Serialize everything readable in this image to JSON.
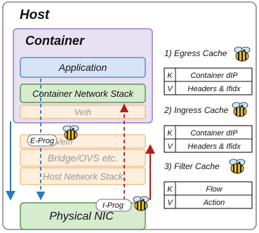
{
  "labels": {
    "host": "Host",
    "container": "Container",
    "application": "Application",
    "container_network_stack": "Container Network Stack",
    "veth_container": "Veth",
    "eprog": "E-Prog",
    "veth_host": "Veth",
    "bridge": "Bridge/OVS etc.",
    "host_network_stack": "Host Network Stack",
    "iprog": "I-Prog",
    "physical_nic": "Physical NIC"
  },
  "caches": [
    {
      "title": "1) Egress Cache",
      "rows": [
        {
          "key": "K",
          "value": "Container dIP"
        },
        {
          "key": "V",
          "value": "Headers & Ifidx"
        }
      ]
    },
    {
      "title": "2) Ingress Cache",
      "rows": [
        {
          "key": "K",
          "value": "Container dIP"
        },
        {
          "key": "V",
          "value": "Headers & Ifidx"
        }
      ]
    },
    {
      "title": "3) Filter Cache",
      "rows": [
        {
          "key": "K",
          "value": "Flow"
        },
        {
          "key": "V",
          "value": "Action"
        }
      ]
    }
  ],
  "icons": {
    "ebpf": "bee-icon"
  },
  "colors": {
    "container_border": "#9b7fc4",
    "container_fill": "#e8e0f3",
    "application_border": "#5b8fd0",
    "application_fill": "#d6e4f5",
    "network_stack_border": "#5a9a4a",
    "network_stack_fill": "#d7ebcf",
    "orange_border": "#f0b97a",
    "orange_fill": "#fdeedd",
    "egress_arrow": "#2a7ab6",
    "ingress_arrow": "#b51b1b",
    "nic_border": "#5a9a4a",
    "nic_fill": "#d7ebcf"
  }
}
